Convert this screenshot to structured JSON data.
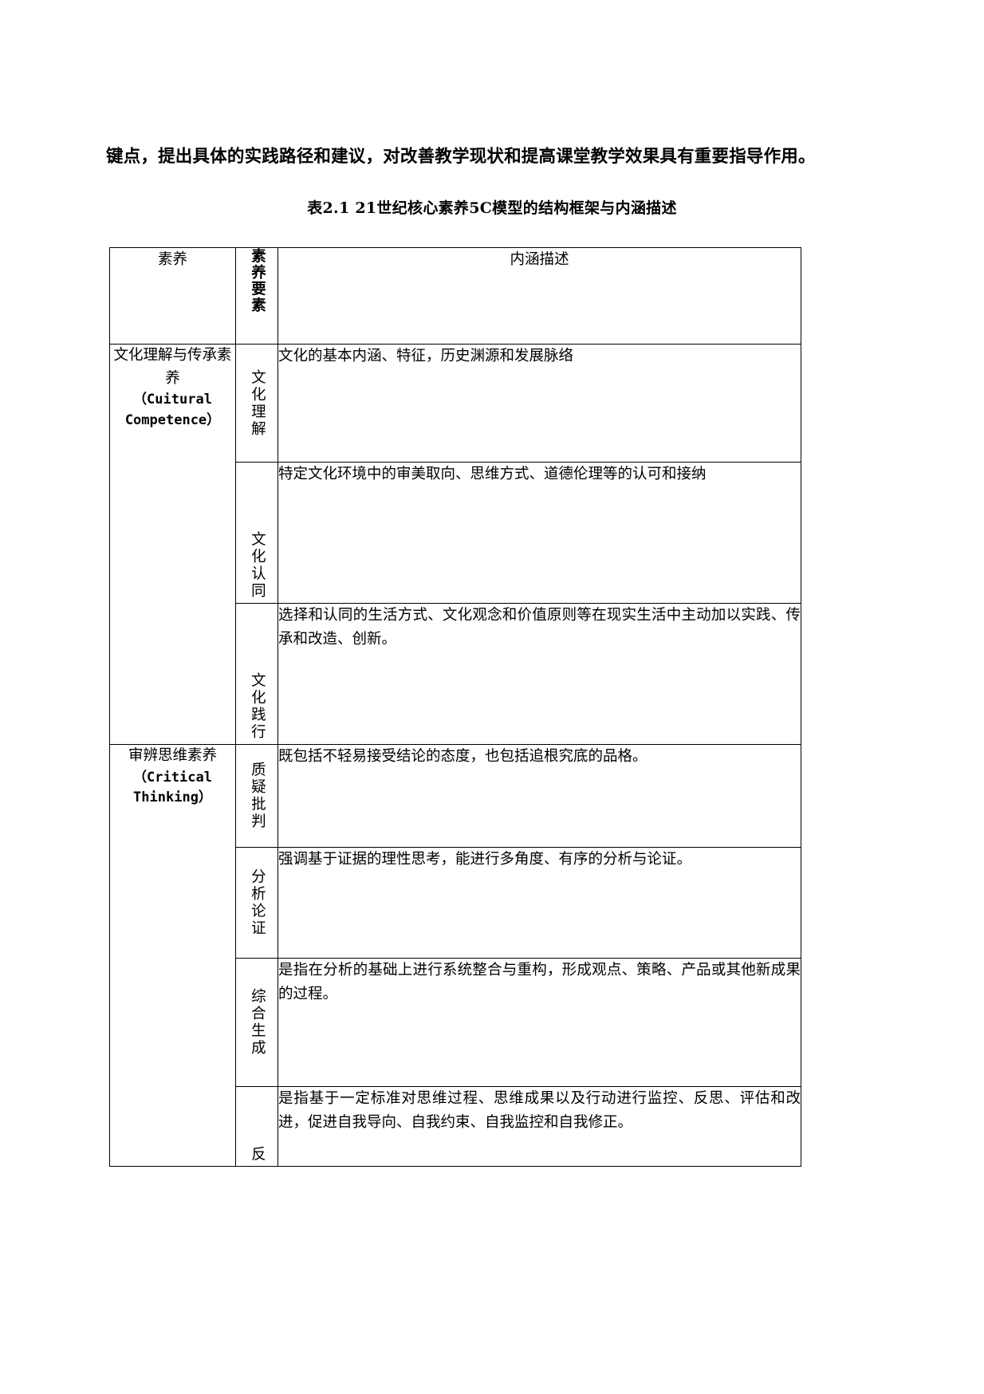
{
  "document": {
    "paragraph": "键点，提出具体的实践路径和建议，对改善教学现状和提高课堂教学效果具有重要指导作用。",
    "table_caption": "表2.1 21世纪核心素养5C模型的结构框架与内涵描述"
  },
  "table": {
    "headers": {
      "col1": "素养",
      "col2": "素养要素",
      "col3": "内涵描述"
    },
    "groups": [
      {
        "name_cn": "文化理解与传承素养",
        "name_en": "（Cuitural Competence）",
        "rows": [
          {
            "element": "文化理解",
            "description": "文化的基本内涵、特征，历史渊源和发展脉络"
          },
          {
            "element": "文化认同",
            "description": "特定文化环境中的审美取向、思维方式、道德伦理等的认可和接纳"
          },
          {
            "element": "文化践行",
            "description": "选择和认同的生活方式、文化观念和价值原则等在现实生活中主动加以实践、传承和改造、创新。"
          }
        ]
      },
      {
        "name_cn": "审辨思维素养",
        "name_en": "（Critical Thinking）",
        "rows": [
          {
            "element": "质疑批判",
            "description": "既包括不轻易接受结论的态度，也包括追根究底的品格。"
          },
          {
            "element": "分析论证",
            "description": "强调基于证据的理性思考，能进行多角度、有序的分析与论证。"
          },
          {
            "element": "综合生成",
            "description": "是指在分析的基础上进行系统整合与重构，形成观点、策略、产品或其他新成果的过程。"
          },
          {
            "element": "反",
            "description": "是指基于一定标准对思维过程、思维成果以及行动进行监控、反思、评估和改进，促进自我导向、自我约束、自我监控和自我修正。"
          }
        ]
      }
    ]
  }
}
